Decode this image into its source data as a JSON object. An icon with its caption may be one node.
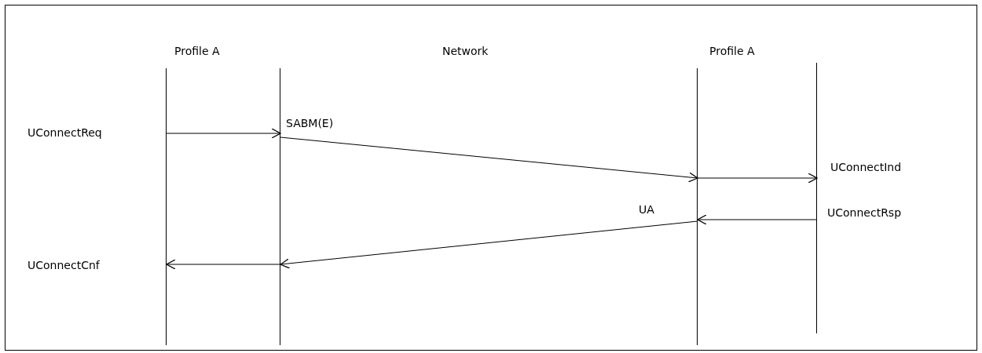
{
  "diagram": {
    "nodes": [
      {
        "text": [],
        "shape": "bar"
      },
      {
        "text": [],
        "shape": "bar"
      },
      {
        "text": [],
        "shape": "bar"
      },
      {
        "text": [],
        "shape": "bar"
      }
    ],
    "edges": [
      {
        "from": 0,
        "to": 1,
        "arrow": "to"
      },
      {
        "from": 1,
        "to": 2,
        "arrow": "to",
        "label": "SABM(E)"
      },
      {
        "from": 2,
        "to": 3,
        "arrow": "to"
      },
      {
        "from": 3,
        "to": 2,
        "arrow": "to"
      },
      {
        "from": 2,
        "to": 1,
        "arrow": "to",
        "label": "UA"
      },
      {
        "from": 1,
        "to": 0,
        "arrow": "to"
      }
    ],
    "labels": [
      "Profile A",
      "Network",
      "Profile A",
      "UConnectReq",
      "UConnectInd",
      "UConnectRsp",
      "UConnectCnf"
    ]
  }
}
